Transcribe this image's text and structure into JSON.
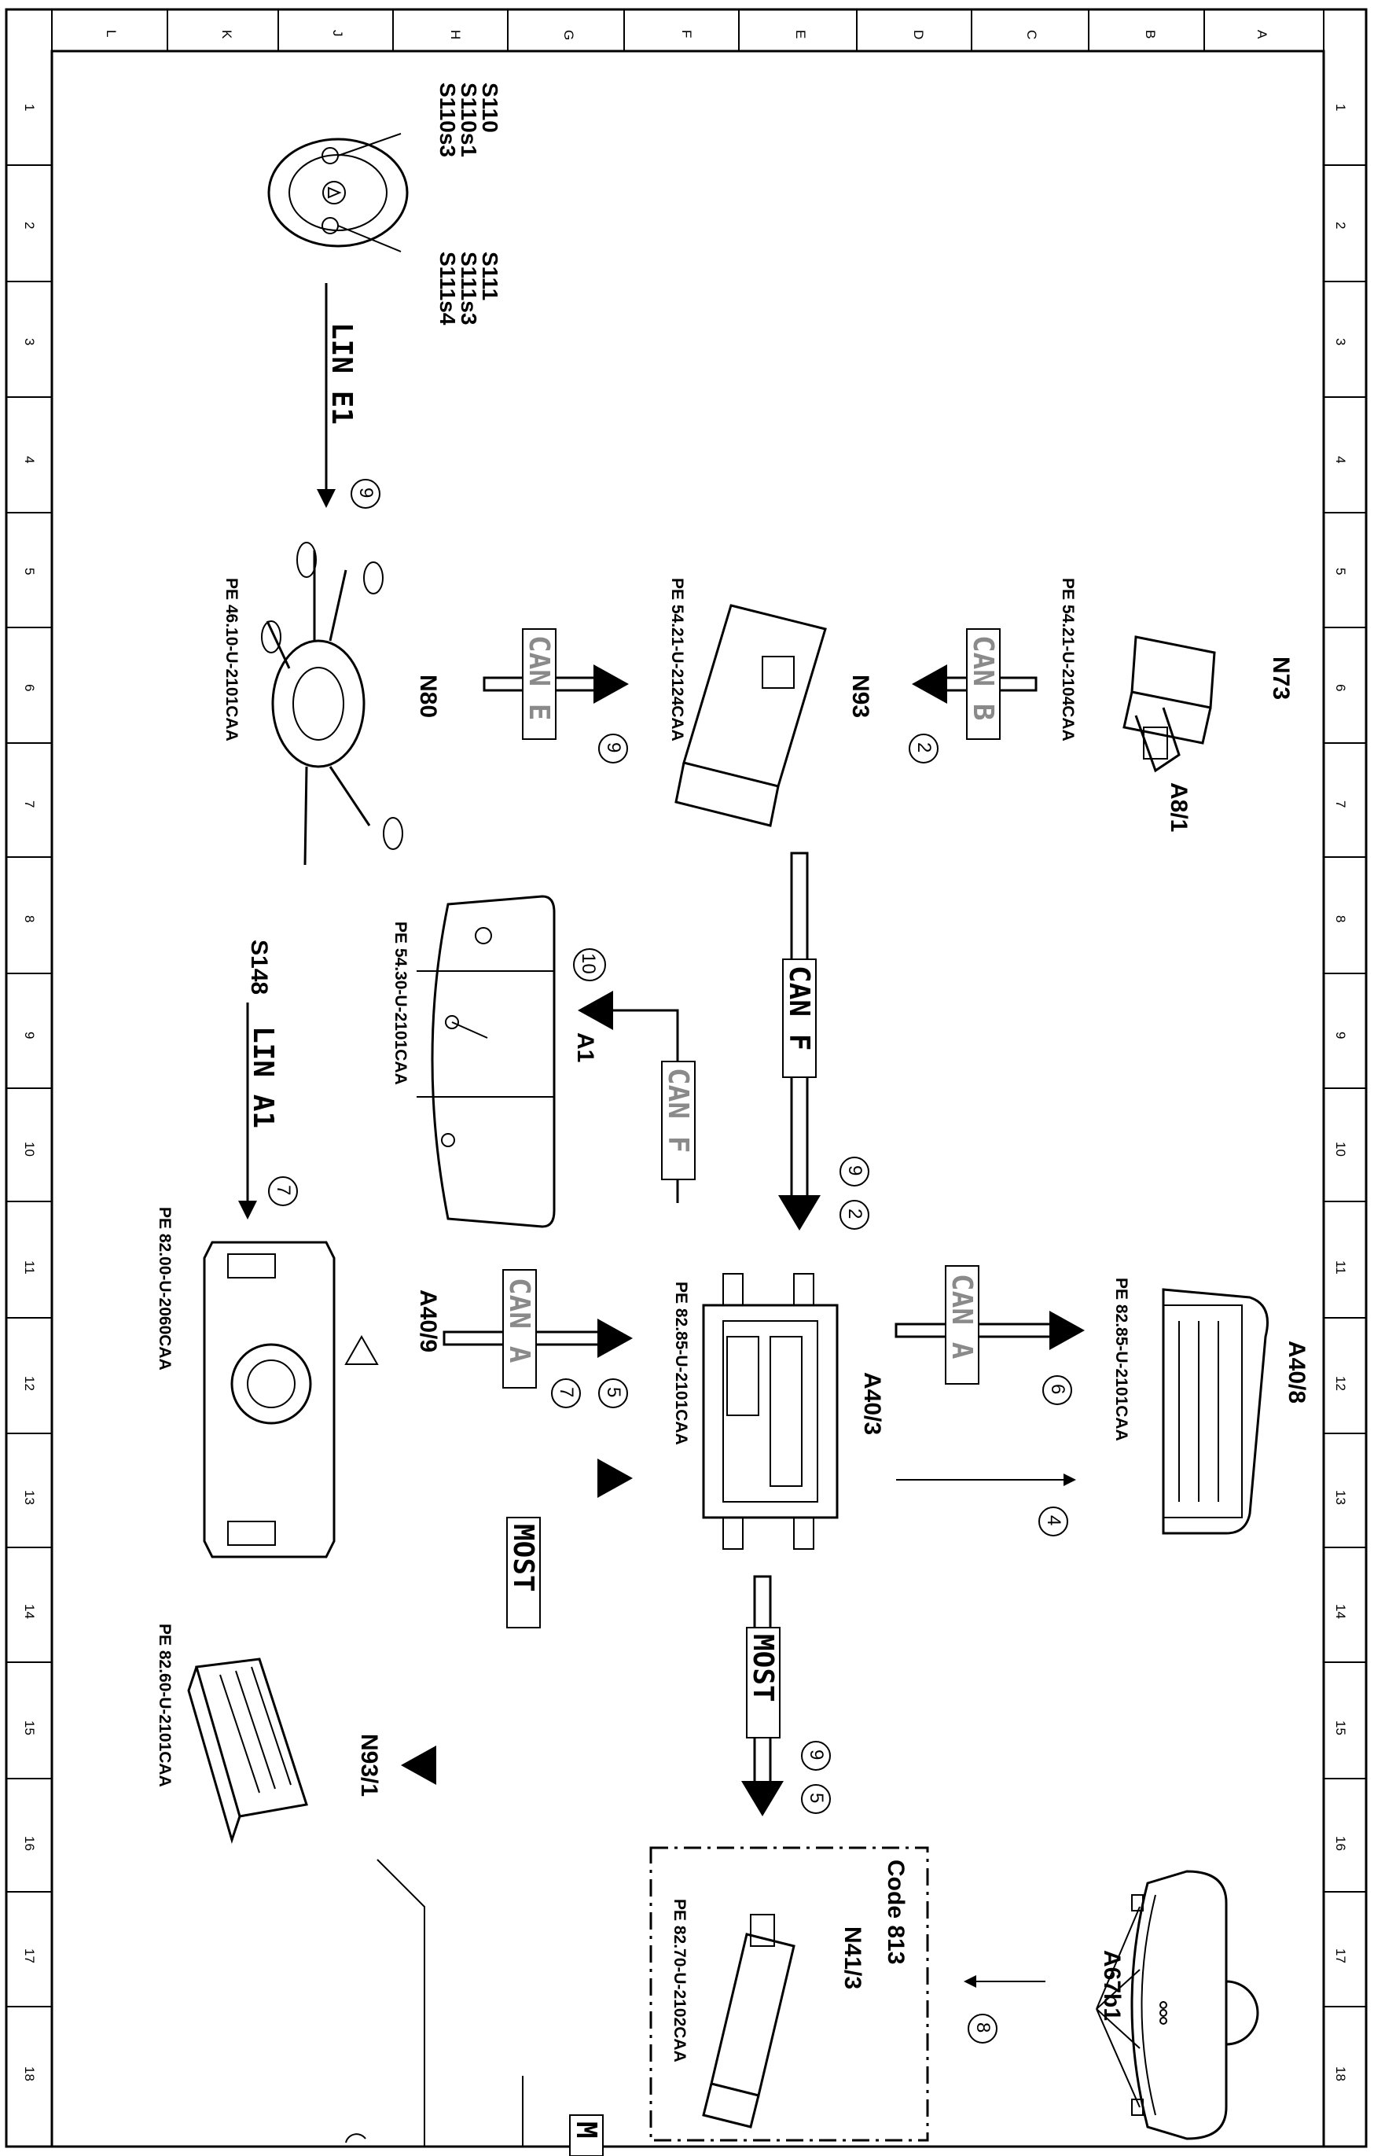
{
  "frame": {
    "col_letters": [
      "A",
      "B",
      "C",
      "D",
      "E",
      "F",
      "G",
      "H",
      "J",
      "K",
      "L"
    ],
    "row_numbers": [
      "1",
      "2",
      "3",
      "4",
      "5",
      "6",
      "7",
      "8",
      "9",
      "10",
      "11",
      "12",
      "13",
      "14",
      "15",
      "16",
      "17",
      "18"
    ]
  },
  "components": {
    "S110_group": [
      "S110",
      "S110s1",
      "S110s3"
    ],
    "S111_group": [
      "S111",
      "S111s3",
      "S111s4"
    ],
    "N80": {
      "label": "N80",
      "ref": "PE 46.10-U-2101CAA"
    },
    "N93": {
      "label": "N93",
      "ref": "PE 54.21-U-2124CAA"
    },
    "N73": {
      "label": "N73",
      "sub": "A8/1",
      "ref": "PE 54.21-U-2104CAA"
    },
    "A1": {
      "label": "A1",
      "ref": "PE 54.30-U-2101CAA"
    },
    "S148": {
      "label": "S148"
    },
    "A40_9": {
      "label": "A40/9",
      "ref": "PE 82.00-U-2060CAA"
    },
    "A40_3": {
      "label": "A40/3",
      "ref": "PE 82.85-U-2101CAA"
    },
    "A40_8": {
      "label": "A40/8",
      "ref": "PE 82.85-U-2101CAA"
    },
    "N93_1": {
      "label": "N93/1",
      "ref": "PE 82.60-U-2101CAA"
    },
    "N41_3": {
      "label": "N41/3",
      "ref": "PE 82.70-U-2102CAA",
      "code": "Code 813"
    },
    "A67b1": {
      "label": "A67b1"
    }
  },
  "buses": {
    "lin_e1": "LIN E1",
    "can_e": "CAN E",
    "can_b": "CAN B",
    "can_f_main": "CAN F",
    "can_f_a1": "CAN F",
    "lin_a1": "LIN A1",
    "can_a_left": "CAN A",
    "can_a_right": "CAN A",
    "most_left": "MOST",
    "most_down": "MOST",
    "most_bottom": "M"
  },
  "circled": {
    "c_lin_e1": "9",
    "c_can_e": "9",
    "c_can_b": "2",
    "c_a1": "10",
    "c_can_f_9": "9",
    "c_can_f_2": "2",
    "c_lin_a1": "7",
    "c_can_a_5": "5",
    "c_can_a_7": "7",
    "c_can_a_6": "6",
    "c_a40_8_4": "4",
    "c_most_9": "9",
    "c_most_5": "5",
    "c_a67_8": "8"
  }
}
